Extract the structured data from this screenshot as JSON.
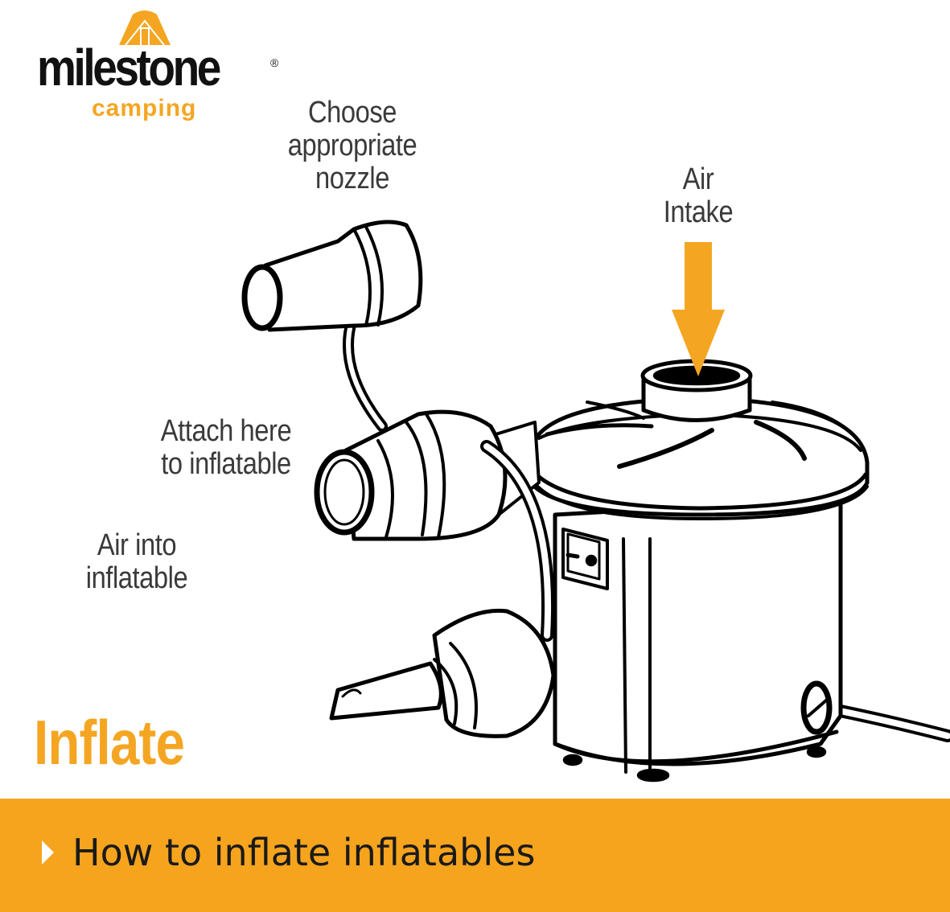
{
  "brand": {
    "name": "milestone",
    "registered_mark": "®",
    "subtitle": "camping",
    "logo_icon": "tent-icon"
  },
  "labels": {
    "nozzle": [
      "Choose",
      "appropriate",
      "nozzle"
    ],
    "intake": [
      "Air",
      "Intake"
    ],
    "attach": [
      "Attach here",
      "to inflatable"
    ],
    "air_into": [
      "Air into",
      "inflatable"
    ]
  },
  "section_title": "Inflate",
  "banner": {
    "text": "How to inflate inflatables",
    "icon": "play-triangle-icon"
  },
  "illustration": {
    "subject": "electric-air-pump",
    "arrow_icon": "down-arrow-icon",
    "parts": [
      "spare-nozzle",
      "outlet-nozzle",
      "deflate-nozzle",
      "air-intake",
      "power-switch",
      "power-cord"
    ]
  },
  "colors": {
    "accent": "#F6A41E",
    "label_text": "#3A3A3A",
    "logo_text": "#111111",
    "line_art": "#000000",
    "banner_arrow": "#FFFFFF"
  }
}
